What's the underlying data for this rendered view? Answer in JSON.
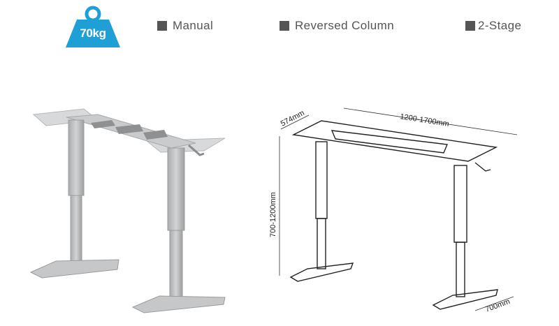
{
  "badge": {
    "weight": "70kg",
    "color": "#1e9fd6"
  },
  "features": [
    {
      "label": "Manual"
    },
    {
      "label": "Reversed Column"
    },
    {
      "label": "2-Stage"
    }
  ],
  "dimensions": {
    "depth": "574mm",
    "width": "1200-1700mm",
    "height": "700-1200mm",
    "foot": "700mm"
  }
}
